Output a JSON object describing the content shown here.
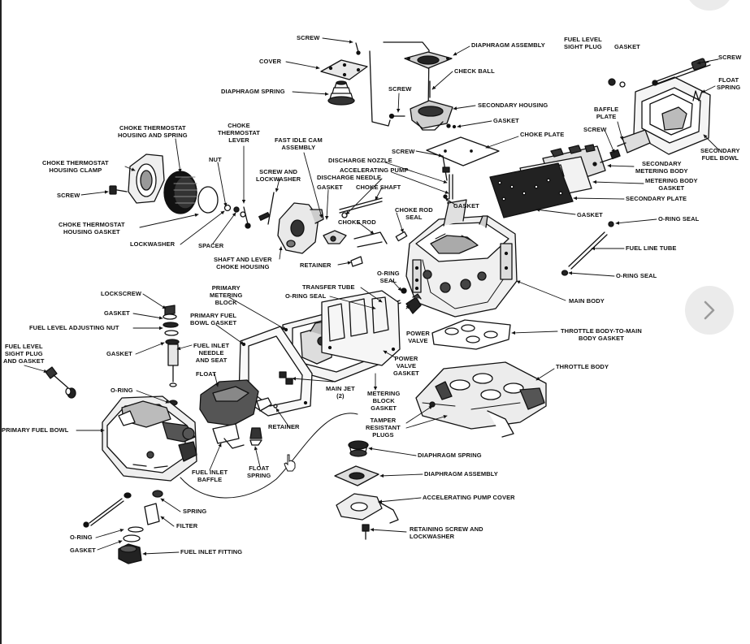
{
  "labels": {
    "screw_top": "SCREW",
    "cover": "COVER",
    "diaphragm_spring_top": "DIAPHRAGM SPRING",
    "diaphragm_assembly_top": "DIAPHRAGM ASSEMBLY",
    "check_ball": "CHECK BALL",
    "screw_mid": "SCREW",
    "secondary_housing": "SECONDARY HOUSING",
    "gasket_sec": "GASKET",
    "fuel_level_sight_plug": "FUEL LEVEL\nSIGHT PLUG",
    "gasket_tr": "GASKET",
    "screw_tr": "SCREW",
    "float_spring": "FLOAT\nSPRING",
    "baffle_plate": "BAFFLE\nPLATE",
    "screw_baffle": "SCREW",
    "choke_plate": "CHOKE PLATE",
    "screw_choke": "SCREW",
    "secondary_fuel_bowl": "SECONDARY\nFUEL BOWL",
    "secondary_metering_body": "SECONDARY\nMETERING BODY",
    "metering_body_gasket": "METERING BODY\nGASKET",
    "secondary_plate": "SECONDARY PLATE",
    "gasket_right": "GASKET",
    "o_ring_seal_r1": "O-RING SEAL",
    "fuel_line_tube": "FUEL LINE TUBE",
    "o_ring_seal_r2": "O-RING SEAL",
    "choke_thermostat_housing_spring": "CHOKE THERMOSTAT\nHOUSING AND SPRING",
    "choke_thermostat_lever": "CHOKE\nTHERMOSTAT\nLEVER",
    "fast_idle_cam": "FAST IDLE CAM\nASSEMBLY",
    "discharge_nozzle": "DISCHARGE NOZZLE",
    "accelerating_pump": "ACCELERATING PUMP",
    "discharge_needle": "DISCHARGE NEEDLE",
    "gasket_dn": "GASKET",
    "choke_shaft": "CHOKE SHAFT",
    "gasket_pump": "GASKET",
    "choke_thermostat_housing_clamp": "CHOKE THERMOSTAT\nHOUSING CLAMP",
    "nut": "NUT",
    "screw_lockwasher": "SCREW AND\nLOCKWASHER",
    "screw_left": "SCREW",
    "choke_rod": "CHOKE ROD",
    "choke_rod_seal": "CHOKE ROD\nSEAL",
    "choke_thermostat_housing_gasket": "CHOKE THERMOSTAT\nHOUSING GASKET",
    "lockwasher": "LOCKWASHER",
    "spacer": "SPACER",
    "shaft_lever_choke_housing": "SHAFT AND LEVER\nCHOKE HOUSING",
    "retainer_top": "RETAINER",
    "o_ring_seal_mid": "O-RING\nSEAL",
    "primary_metering_block": "PRIMARY\nMETERING\nBLOCK",
    "transfer_tube": "TRANSFER TUBE",
    "o_ring_seal_tt": "O-RING SEAL",
    "main_body": "MAIN BODY",
    "lockscrew": "LOCKSCREW",
    "gasket_ls": "GASKET",
    "primary_fuel_bowl_gasket": "PRIMARY FUEL\nBOWL GASKET",
    "fuel_level_adjusting_nut": "FUEL LEVEL ADJUSTING NUT",
    "power_valve": "POWER\nVALVE",
    "throttle_body_gasket": "THROTTLE BODY-TO-MAIN\nBODY GASKET",
    "fuel_level_sight_plug_gasket": "FUEL LEVEL\nSIGHT PLUG\nAND GASKET",
    "gasket_fin": "GASKET",
    "fuel_inlet_needle_seat": "FUEL INLET\nNEEDLE\nAND SEAT",
    "power_valve_gasket": "POWER\nVALVE\nGASKET",
    "throttle_body": "THROTTLE BODY",
    "float": "FLOAT",
    "main_jet": "MAIN JET\n(2)",
    "o_ring_left": "O-RING",
    "metering_block_gasket": "METERING\nBLOCK\nGASKET",
    "primary_fuel_bowl": "PRIMARY FUEL BOWL",
    "retainer_float": "RETAINER",
    "tamper_resistant_plugs": "TAMPER\nRESISTANT\nPLUGS",
    "diaphragm_spring_bottom": "DIAPHRAGM SPRING",
    "fuel_inlet_baffle": "FUEL INLET\nBAFFLE",
    "float_spring_bottom": "FLOAT\nSPRING",
    "diaphragm_assembly_bottom": "DIAPHRAGM ASSEMBLY",
    "accelerating_pump_cover": "ACCELERATING PUMP COVER",
    "spring_bottom": "SPRING",
    "filter": "FILTER",
    "retaining_screw_lockwasher": "RETAINING SCREW AND\nLOCKWASHER",
    "o_ring_bottom": "O-RING",
    "gasket_bottom": "GASKET",
    "fuel_inlet_fitting": "FUEL INLET FITTING"
  },
  "nav": {
    "next_icon": "chevron-right-icon"
  },
  "colors": {
    "ink": "#111111",
    "nav_bg": "#ebebeb",
    "nav_icon": "#9a9a9a"
  }
}
